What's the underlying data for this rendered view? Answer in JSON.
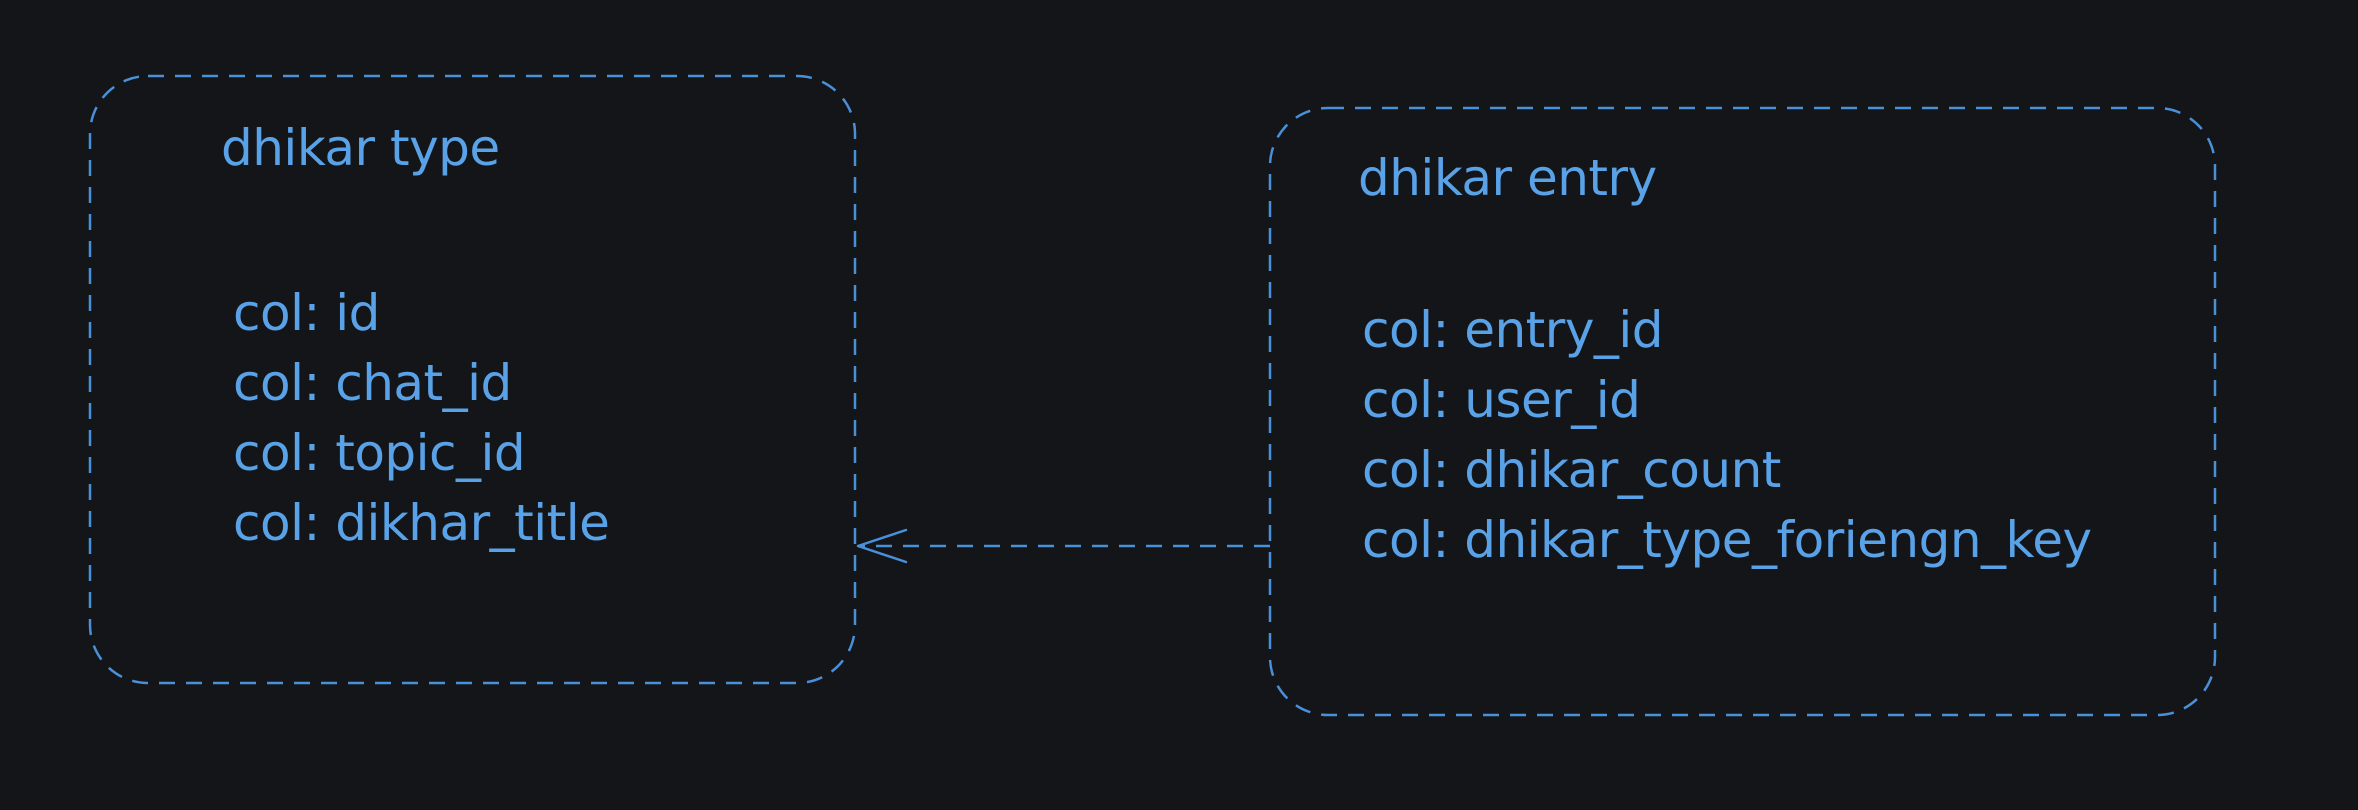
{
  "colors": {
    "background": "#131518",
    "stroke": "#4a90d9",
    "text": "#5aa2e8"
  },
  "entities": [
    {
      "id": "dhikar-type",
      "title": "dhikar type",
      "columns": [
        "col: id",
        "col: chat_id",
        "col: topic_id",
        "col: dikhar_title"
      ]
    },
    {
      "id": "dhikar-entry",
      "title": "dhikar entry",
      "columns": [
        "col: entry_id",
        "col: user_id",
        "col: dhikar_count",
        "col: dhikar_type_foriengn_key"
      ]
    }
  ],
  "relationship": {
    "from": "dhikar-entry",
    "to": "dhikar-type",
    "style": "dashed-arrow"
  }
}
